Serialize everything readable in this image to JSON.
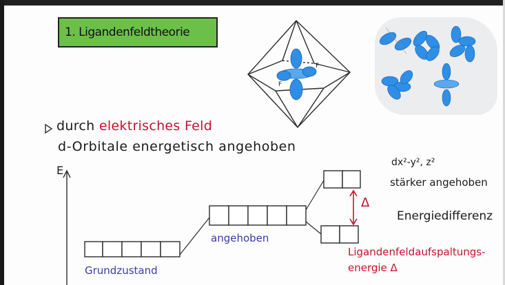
{
  "title": "1. Ligandenfeldtheorie",
  "statement": {
    "prefix": "durch ",
    "highlight": "elektrisches Feld",
    "line2": "d-Orbitale energetisch angehoben"
  },
  "axis_label": "E",
  "levels": {
    "ground_label": "Grundzustand",
    "raised_label": "angehoben"
  },
  "octahedron_ligand_label": "F",
  "split_info": {
    "orbitals": "dx²-y², z²",
    "stronger": "stärker angehoben",
    "energy_difference": "Energiedifferenz",
    "splitting_line1": "Ligandenfeldaufspaltungs-",
    "splitting_line2": "energie Δ",
    "delta_symbol": "Δ"
  },
  "colors": {
    "title_bg": "#6cc04a",
    "red_accent": "#c8102e",
    "blue_text": "#3a3aa8",
    "orbital_blue": "#2f8fe6"
  }
}
